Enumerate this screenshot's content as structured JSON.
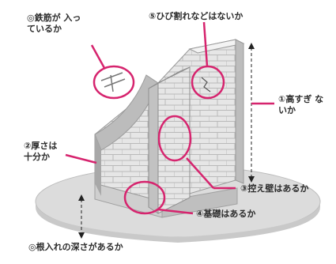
{
  "labels": {
    "rebar": "◎鉄筋が 入っているか",
    "crack": "⑤ひび割れなどはないか",
    "height": "①高すぎ ないか",
    "thickness": "②厚さは 十分か",
    "buttress": "③控え壁はあるか",
    "foundation": "④基礎はあるか",
    "embed": "◎根入れの深さがあるか"
  },
  "colors": {
    "accent": "#d6246e",
    "wall_light": "#e9e9e9",
    "wall_mid": "#cfcfcf",
    "wall_dark": "#a9a9a9",
    "ground": "#e2e2e2"
  }
}
